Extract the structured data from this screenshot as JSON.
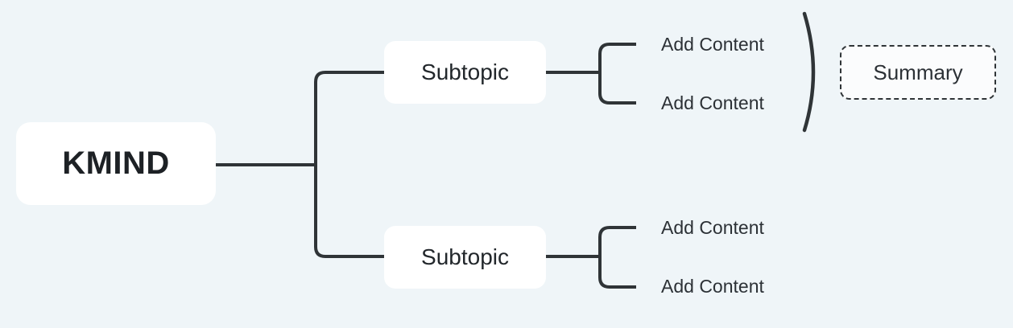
{
  "canvas": {
    "background_color": "#eff5f8",
    "line_color": "#2f3437",
    "node_fill": "#ffffff"
  },
  "mindmap": {
    "root": {
      "label": "KMIND"
    },
    "branches": [
      {
        "label": "Subtopic",
        "children": [
          {
            "label": "Add Content"
          },
          {
            "label": "Add Content"
          }
        ],
        "summary": {
          "label": "Summary"
        }
      },
      {
        "label": "Subtopic",
        "children": [
          {
            "label": "Add Content"
          },
          {
            "label": "Add Content"
          }
        ]
      }
    ]
  }
}
